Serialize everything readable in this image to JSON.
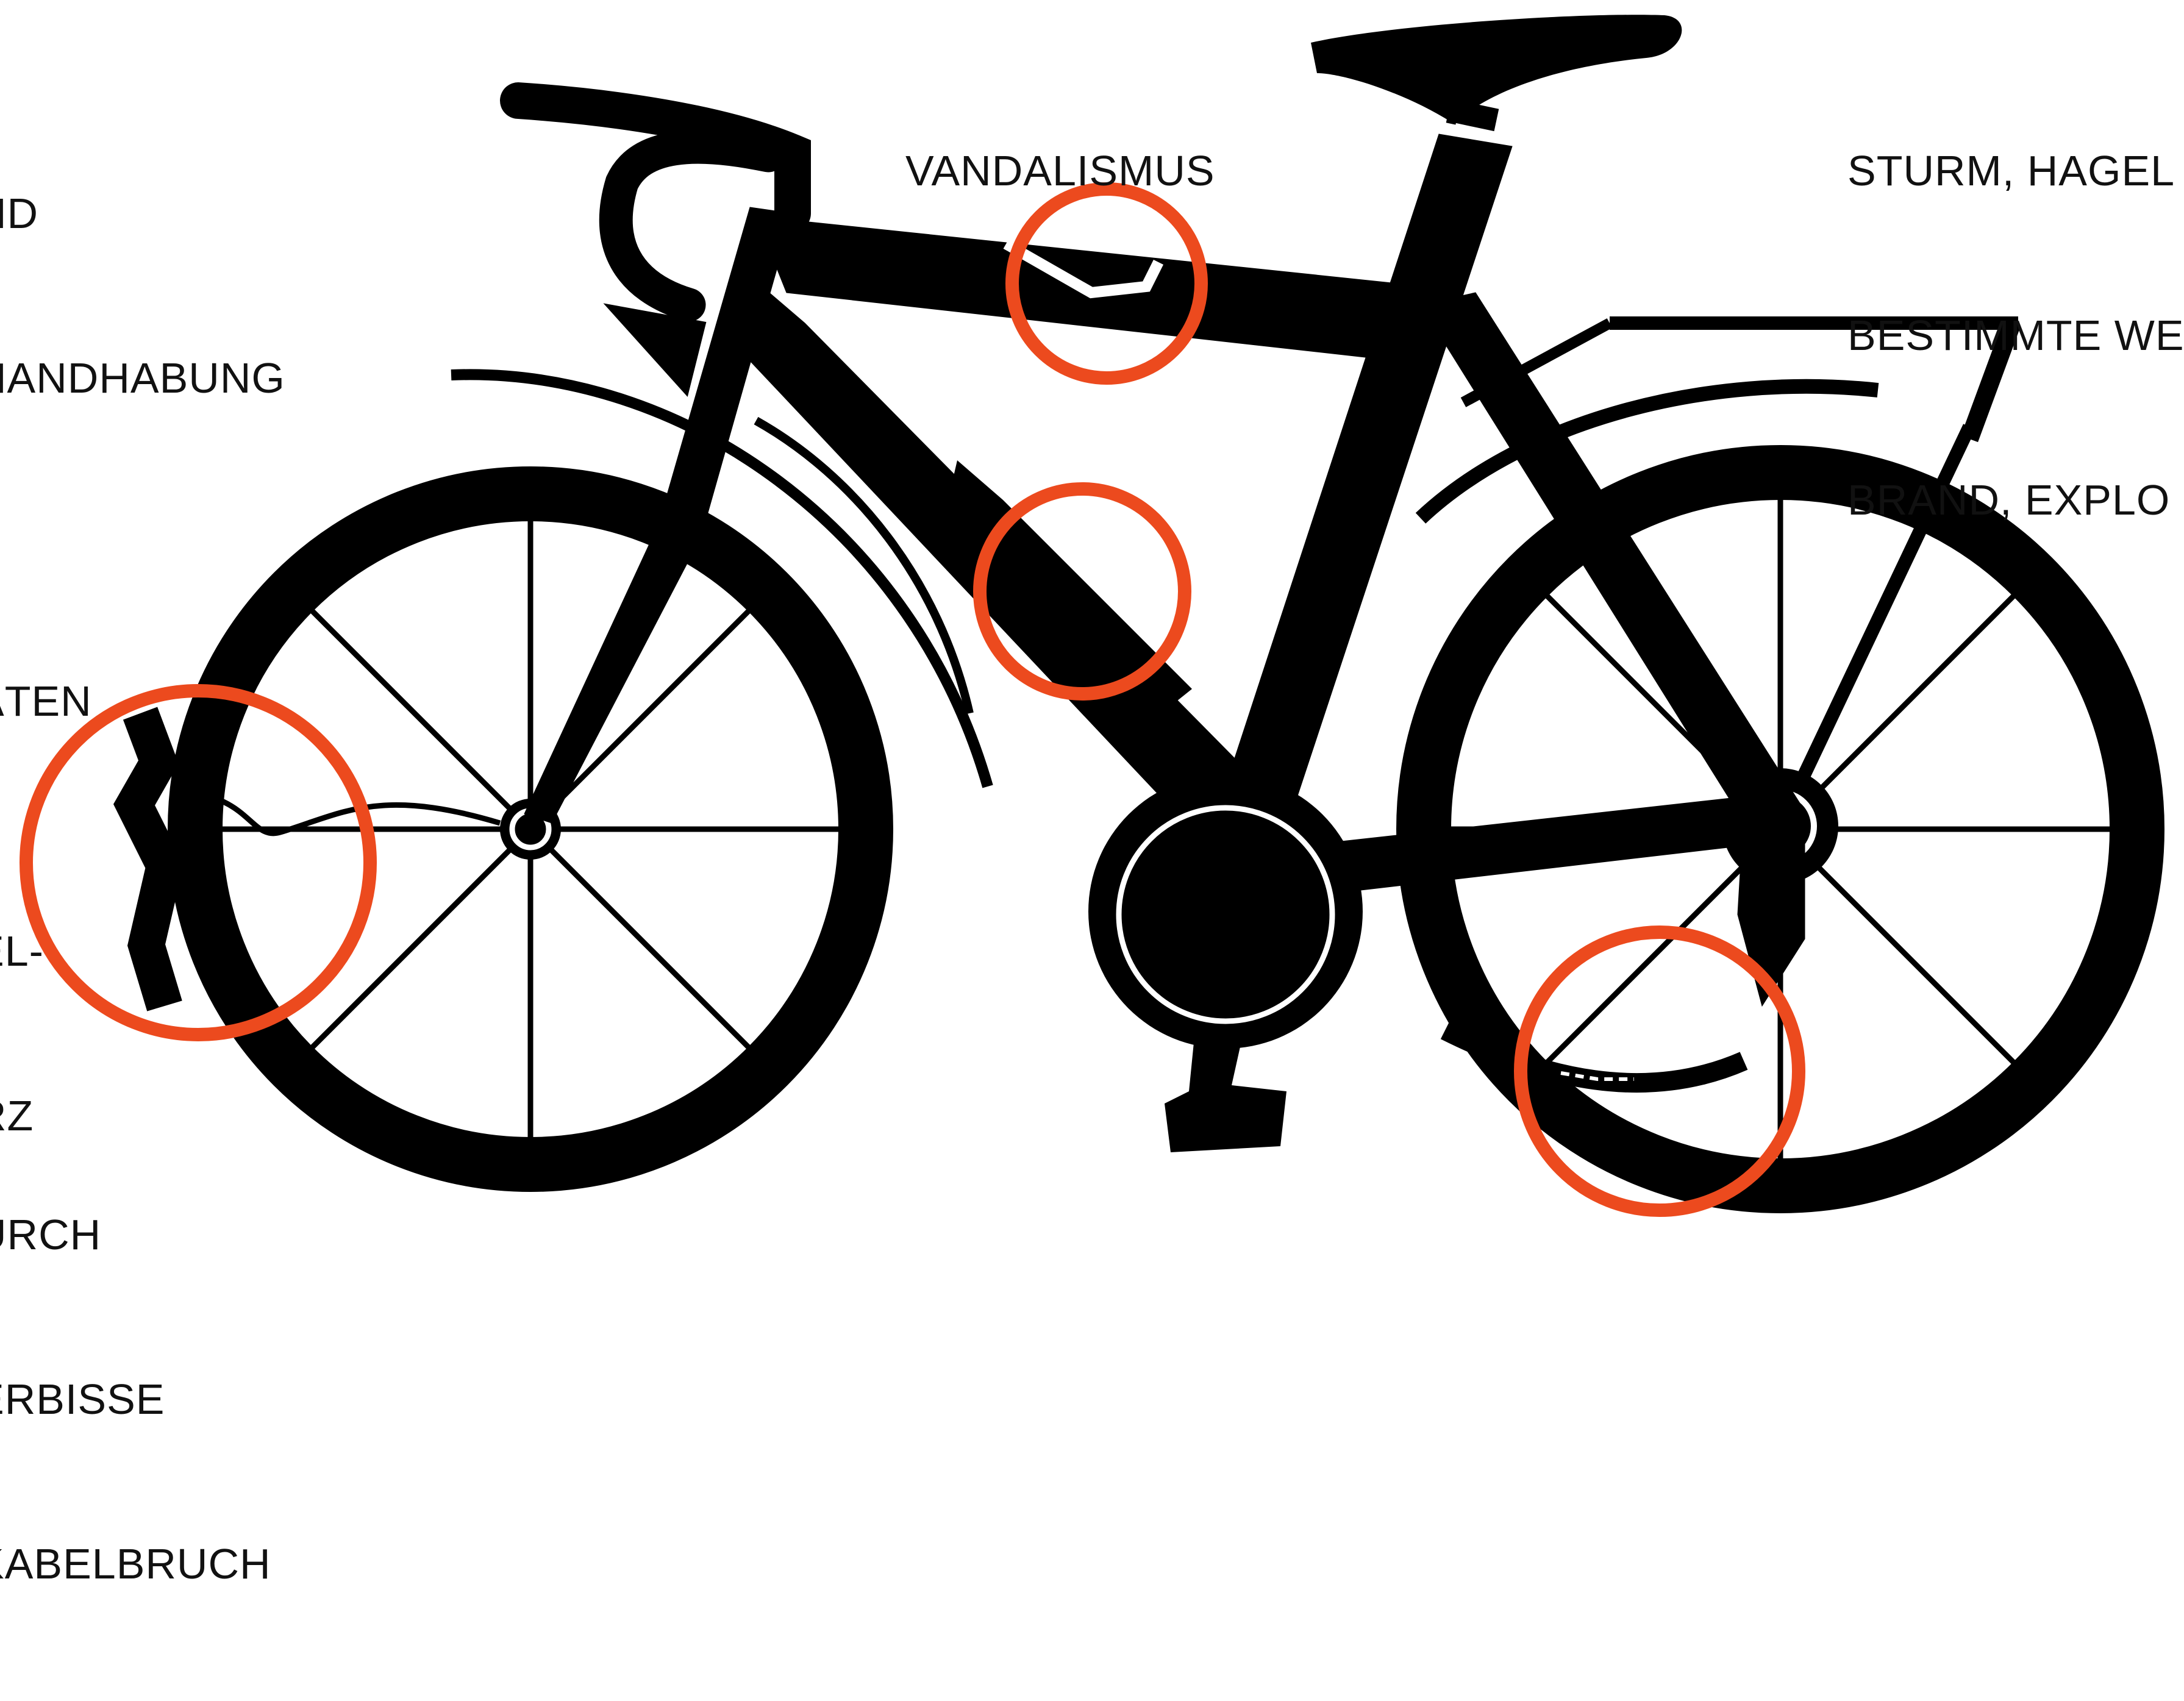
{
  "labels": {
    "top_left": [
      "ND",
      "HANDHABUNG"
    ],
    "mid_left": [
      "ÄTEN"
    ],
    "low_left": [
      "EL-",
      "RZ"
    ],
    "bottom_left": [
      "URCH",
      "ERBISSE",
      "KABELBRUCH"
    ],
    "center_top": [
      "VANDALISMUS"
    ],
    "top_right": [
      "STURM, HAGEL",
      "BESTIMMTE WE",
      "BRAND, EXPLO"
    ]
  },
  "colors": {
    "bike": "#000000",
    "highlight_circle": "#ec4a1e",
    "background": "#ffffff"
  },
  "icons": {
    "bike": "bicycle-silhouette-icon",
    "highlight": "damage-highlight-circle"
  }
}
